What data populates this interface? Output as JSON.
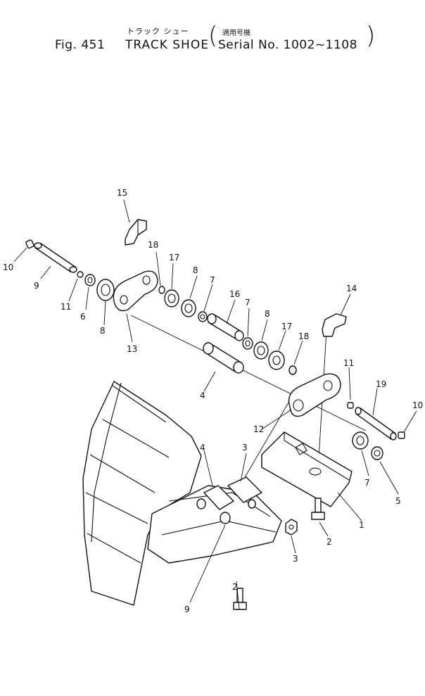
{
  "header": {
    "fig_no": "Fig. 451",
    "title_jp": "トラック シュー",
    "applicability_jp": "適用号機",
    "title_en": "TRACK SHOE",
    "serial": "Serial No. 1002~1108",
    "paren_open": "(",
    "paren_close": ")"
  },
  "callouts": [
    "1",
    "2",
    "2",
    "3",
    "4",
    "5",
    "6",
    "7",
    "7",
    "7",
    "8",
    "8",
    "8",
    "9",
    "9",
    "10",
    "10",
    "11",
    "11",
    "12",
    "13",
    "14",
    "15",
    "16",
    "17",
    "17",
    "18",
    "18",
    "19"
  ]
}
